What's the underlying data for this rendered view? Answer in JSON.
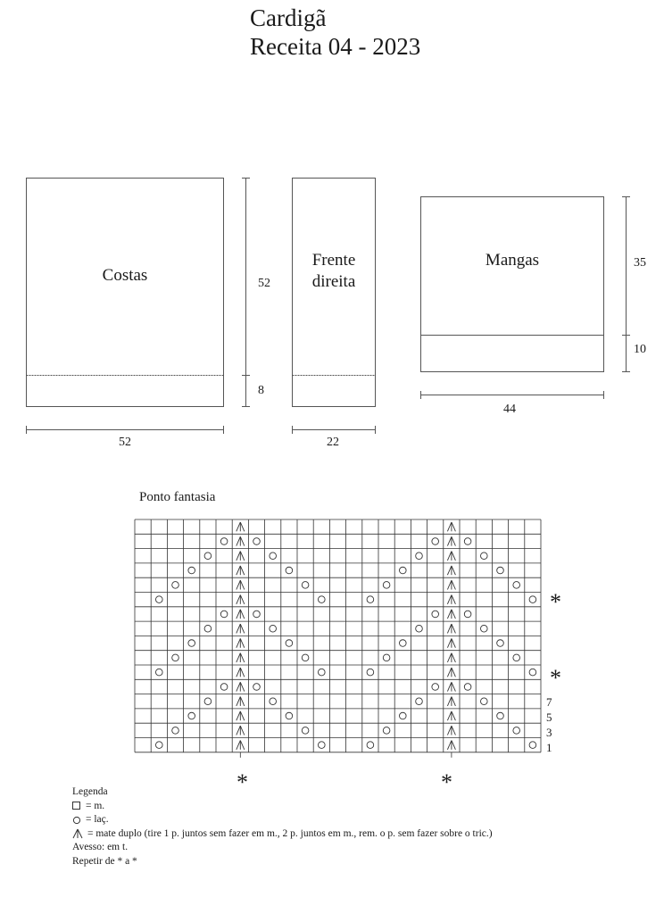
{
  "title": {
    "line1": "Cardigã",
    "line2": "Receita 04 - 2023"
  },
  "pieces": {
    "back": {
      "label": "Costas",
      "dim_body": "52",
      "dim_rib": "8",
      "dim_width": "52"
    },
    "front": {
      "label_line1": "Frente",
      "label_line2": "direita",
      "dim_width": "22"
    },
    "sleeve": {
      "label": "Mangas",
      "dim_body": "35",
      "dim_cuff": "10",
      "dim_width": "44"
    }
  },
  "chart": {
    "title": "Ponto fantasia",
    "columns": 25,
    "rows": 16,
    "row_numbers": [
      "7",
      "5",
      "3",
      "1"
    ],
    "repeat_marker": "*",
    "cells": {
      "yarn_over": [
        [
          1,
          5
        ],
        [
          1,
          7
        ],
        [
          1,
          18
        ],
        [
          1,
          20
        ],
        [
          2,
          4
        ],
        [
          2,
          8
        ],
        [
          2,
          17
        ],
        [
          2,
          21
        ],
        [
          3,
          3
        ],
        [
          3,
          9
        ],
        [
          3,
          16
        ],
        [
          3,
          22
        ],
        [
          4,
          2
        ],
        [
          4,
          10
        ],
        [
          4,
          15
        ],
        [
          4,
          23
        ],
        [
          5,
          1
        ],
        [
          5,
          11
        ],
        [
          5,
          14
        ],
        [
          5,
          24
        ],
        [
          6,
          5
        ],
        [
          6,
          7
        ],
        [
          6,
          18
        ],
        [
          6,
          20
        ],
        [
          7,
          4
        ],
        [
          7,
          8
        ],
        [
          7,
          17
        ],
        [
          7,
          21
        ],
        [
          8,
          3
        ],
        [
          8,
          9
        ],
        [
          8,
          16
        ],
        [
          8,
          22
        ],
        [
          9,
          2
        ],
        [
          9,
          10
        ],
        [
          9,
          15
        ],
        [
          9,
          23
        ],
        [
          10,
          1
        ],
        [
          10,
          11
        ],
        [
          10,
          14
        ],
        [
          10,
          24
        ],
        [
          11,
          5
        ],
        [
          11,
          7
        ],
        [
          11,
          18
        ],
        [
          11,
          20
        ],
        [
          12,
          4
        ],
        [
          12,
          8
        ],
        [
          12,
          17
        ],
        [
          12,
          21
        ],
        [
          13,
          3
        ],
        [
          13,
          9
        ],
        [
          13,
          16
        ],
        [
          13,
          22
        ],
        [
          14,
          2
        ],
        [
          14,
          10
        ],
        [
          14,
          15
        ],
        [
          14,
          23
        ],
        [
          15,
          1
        ],
        [
          15,
          11
        ],
        [
          15,
          14
        ],
        [
          15,
          24
        ]
      ],
      "double_decrease_columns": [
        6,
        19
      ],
      "double_decrease_rows_from": 1,
      "double_decrease_rows_to": 15
    }
  },
  "legend": {
    "heading": "Legenda",
    "knit": "= m.",
    "yarn_over": "= laç.",
    "double_decrease": "= mate duplo (tire 1 p. juntos sem fazer em m., 2 p. juntos em m., rem. o p. sem fazer sobre o tric.)",
    "purl": "Avesso: em t.",
    "repeat": "Repetir de * a *"
  },
  "colors": {
    "line": "#555555",
    "text": "#1a1a1a",
    "grid": "#333333"
  }
}
